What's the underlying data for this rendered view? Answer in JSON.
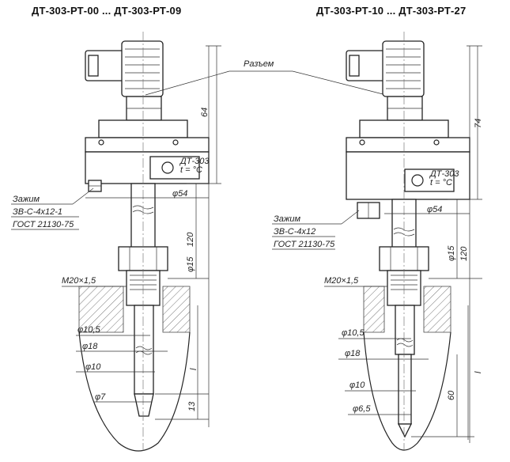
{
  "titles": {
    "left": "ДТ-303-РТ-00 ... ДТ-303-РТ-09",
    "right": "ДТ-303-РТ-10 ... ДТ-303-РТ-27"
  },
  "callouts": {
    "connector": "Разъем",
    "clamp_left": [
      "Зажим",
      "ЗВ-С-4х12-1",
      "ГОСТ 21130-75"
    ],
    "clamp_right": [
      "Зажим",
      "ЗВ-С-4х12",
      "ГОСТ 21130-75"
    ]
  },
  "left_dims": {
    "height_top": "64",
    "diameter_head": "φ54",
    "length_mid": "120",
    "diameter_15": "φ15",
    "thread": "M20×1,5",
    "d105": "φ10,5",
    "d18": "φ18",
    "d10": "φ10",
    "len_l": "l",
    "d7": "φ7",
    "len_13": "13"
  },
  "right_dims": {
    "height_top": "74",
    "diameter_head": "φ54",
    "length_mid": "120",
    "diameter_15": "φ15",
    "thread": "M20×1,5",
    "d105": "φ10,5",
    "d18": "φ18",
    "d10": "φ10",
    "len_l": "l",
    "len_60": "60",
    "d65": "φ6,5"
  },
  "plate_text": [
    "ДТ-303",
    "t = °C"
  ]
}
